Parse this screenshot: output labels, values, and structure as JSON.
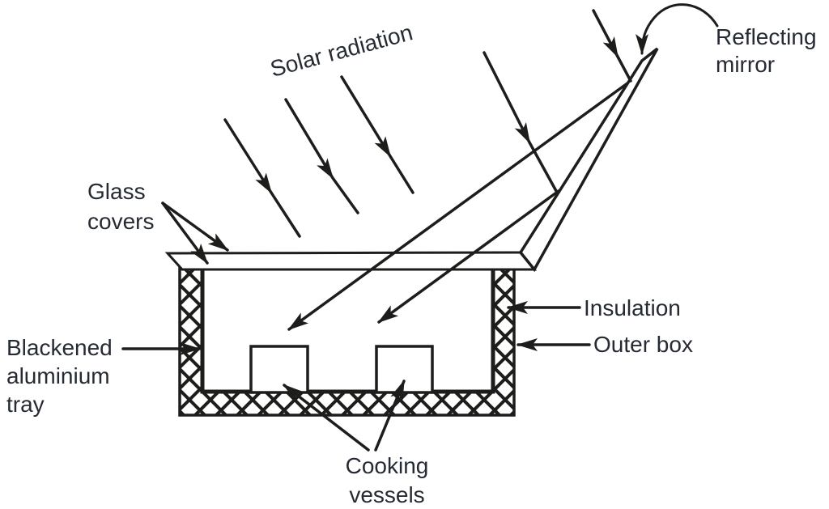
{
  "colors": {
    "ink": "#1d1d1b",
    "text": "#262b33",
    "background": "#ffffff"
  },
  "labels": {
    "solar_radiation": "Solar radiation",
    "reflecting_mirror": {
      "lines": [
        "Reflecting",
        "mirror"
      ]
    },
    "glass_covers": {
      "lines": [
        "Glass",
        "covers"
      ]
    },
    "blackened_tray": {
      "lines": [
        "Blackened",
        "aluminium",
        "tray"
      ]
    },
    "insulation": "Insulation",
    "outer_box": "Outer box",
    "cooking_vessels": {
      "lines": [
        "Cooking",
        "vessels"
      ]
    }
  }
}
